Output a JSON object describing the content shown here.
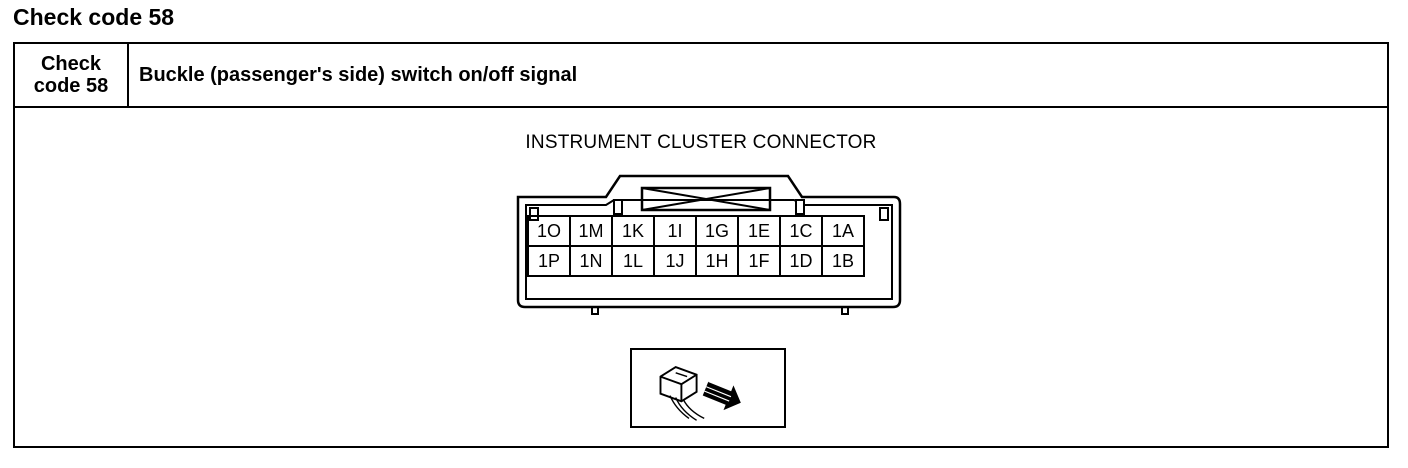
{
  "page": {
    "heading": "Check code 58"
  },
  "table": {
    "code_line1": "Check",
    "code_line2": "code 58",
    "description": "Buckle (passenger's side) switch on/off signal"
  },
  "connector": {
    "title": "INSTRUMENT CLUSTER CONNECTOR",
    "top_row": [
      "1O",
      "1M",
      "1K",
      "1I",
      "1G",
      "1E",
      "1C",
      "1A"
    ],
    "bottom_row": [
      "1P",
      "1N",
      "1L",
      "1J",
      "1H",
      "1F",
      "1D",
      "1B"
    ]
  }
}
